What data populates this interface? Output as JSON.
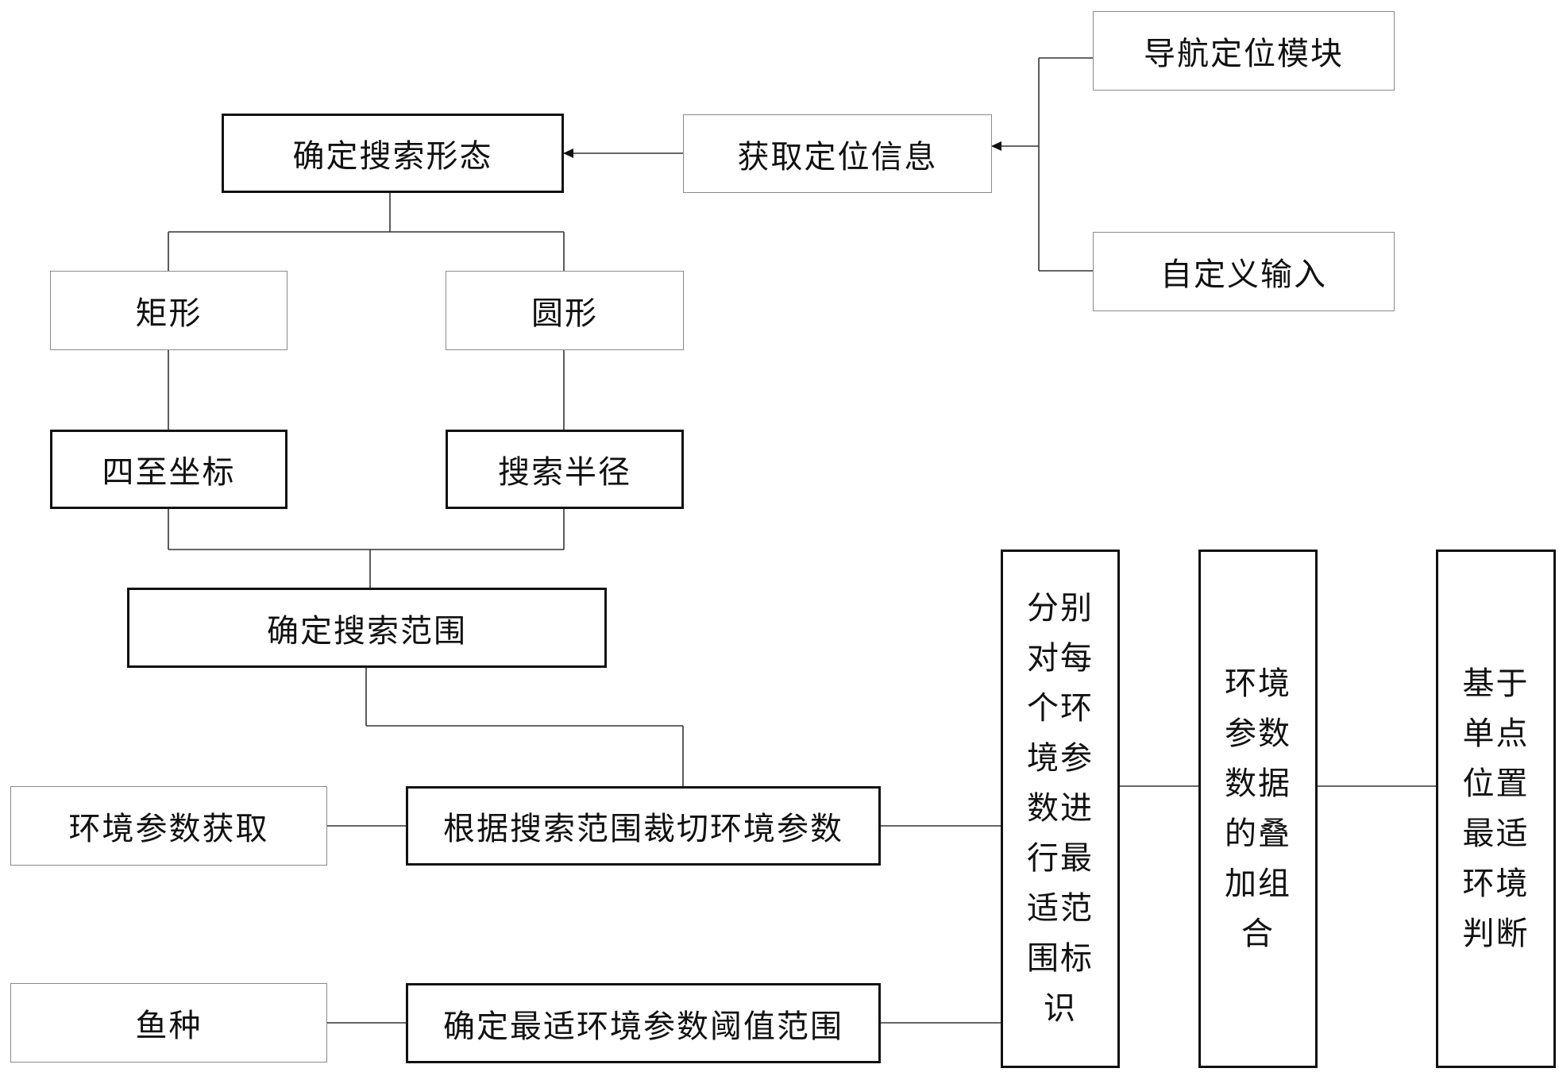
{
  "nodes": {
    "nav_module": "导航定位模块",
    "get_position": "获取定位信息",
    "custom_input": "自定义输入",
    "search_shape": "确定搜索形态",
    "rectangle": "矩形",
    "circle": "圆形",
    "four_corners": "四至坐标",
    "search_radius": "搜索半径",
    "search_range": "确定搜索范围",
    "env_param_get": "环境参数获取",
    "clip_env": "根据搜索范围裁切环境参数",
    "fish_species": "鱼种",
    "optimal_threshold": "确定最适环境参数阈值范围",
    "mark_each": "分别\n对每\n个环\n境参\n数进\n行最\n适范\n围标\n识",
    "overlay": "环境\n参数\n数据\n的叠\n加组\n合",
    "judge": "基于\n单点\n位置\n最适\n环境\n判断"
  }
}
